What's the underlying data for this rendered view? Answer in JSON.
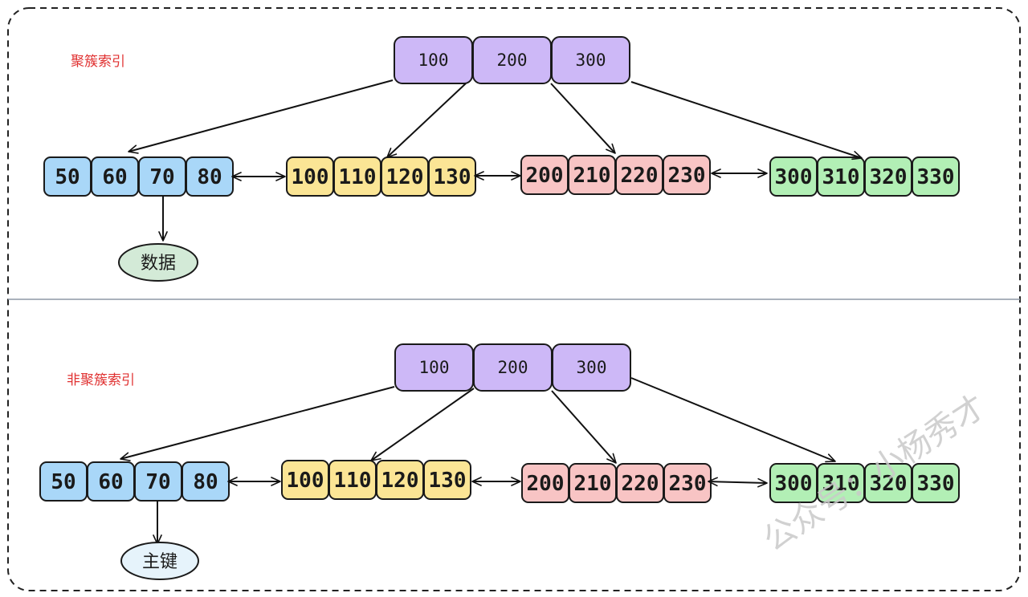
{
  "colors": {
    "root": "#cdb8f7",
    "leaf1": "#a9d7f8",
    "leaf2": "#fbe595",
    "leaf3": "#f8c4c4",
    "leaf4": "#b2efb5",
    "label": "#e03131",
    "data_ellipse": "#d3ead7",
    "pk_ellipse": "#e6f3fb",
    "watermark": "#c9c9c9"
  },
  "clustered": {
    "label": "聚簇索引",
    "root_keys": [
      "100",
      "200",
      "300"
    ],
    "leaves": [
      [
        "50",
        "60",
        "70",
        "80"
      ],
      [
        "100",
        "110",
        "120",
        "130"
      ],
      [
        "200",
        "210",
        "220",
        "230"
      ],
      [
        "300",
        "310",
        "320",
        "330"
      ]
    ],
    "pointer_label": "数据"
  },
  "nonclustered": {
    "label": "非聚簇索引",
    "root_keys": [
      "100",
      "200",
      "300"
    ],
    "leaves": [
      [
        "50",
        "60",
        "70",
        "80"
      ],
      [
        "100",
        "110",
        "120",
        "130"
      ],
      [
        "200",
        "210",
        "220",
        "230"
      ],
      [
        "300",
        "310",
        "320",
        "330"
      ]
    ],
    "pointer_label": "主键"
  },
  "watermark": "公众号：小杨秀才",
  "icons": [
    "arrow-icon",
    "double-arrow-icon"
  ]
}
